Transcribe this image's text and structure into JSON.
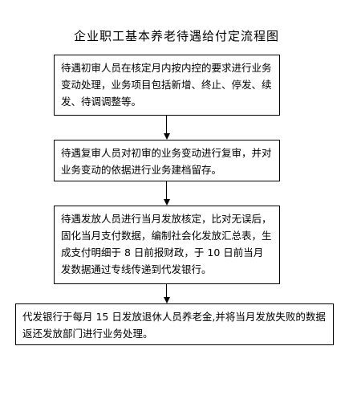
{
  "title": "企业职工基本养老待遇给付定流程图",
  "steps": [
    "待遇初审人员在核定月内按内控的要求进行业务变动处理，业务项目包括新增、终止、停发、续发、待调调整等。",
    "待遇复审人员对初审的业务变动进行复审，并对业务变动的依据进行业务建档留存。",
    "待遇发放人员进行当月发放核定，比对无误后，固化当月支付数据，编制社会化发放汇总表，生成支付明细于 8 日前报财政，于 10 日前当月发数据通过专线传递到代发银行。",
    "代发银行于每月 15 日发放退休人员养老金,并将当月发放失败的数据返还发放部门进行业务处理。"
  ]
}
